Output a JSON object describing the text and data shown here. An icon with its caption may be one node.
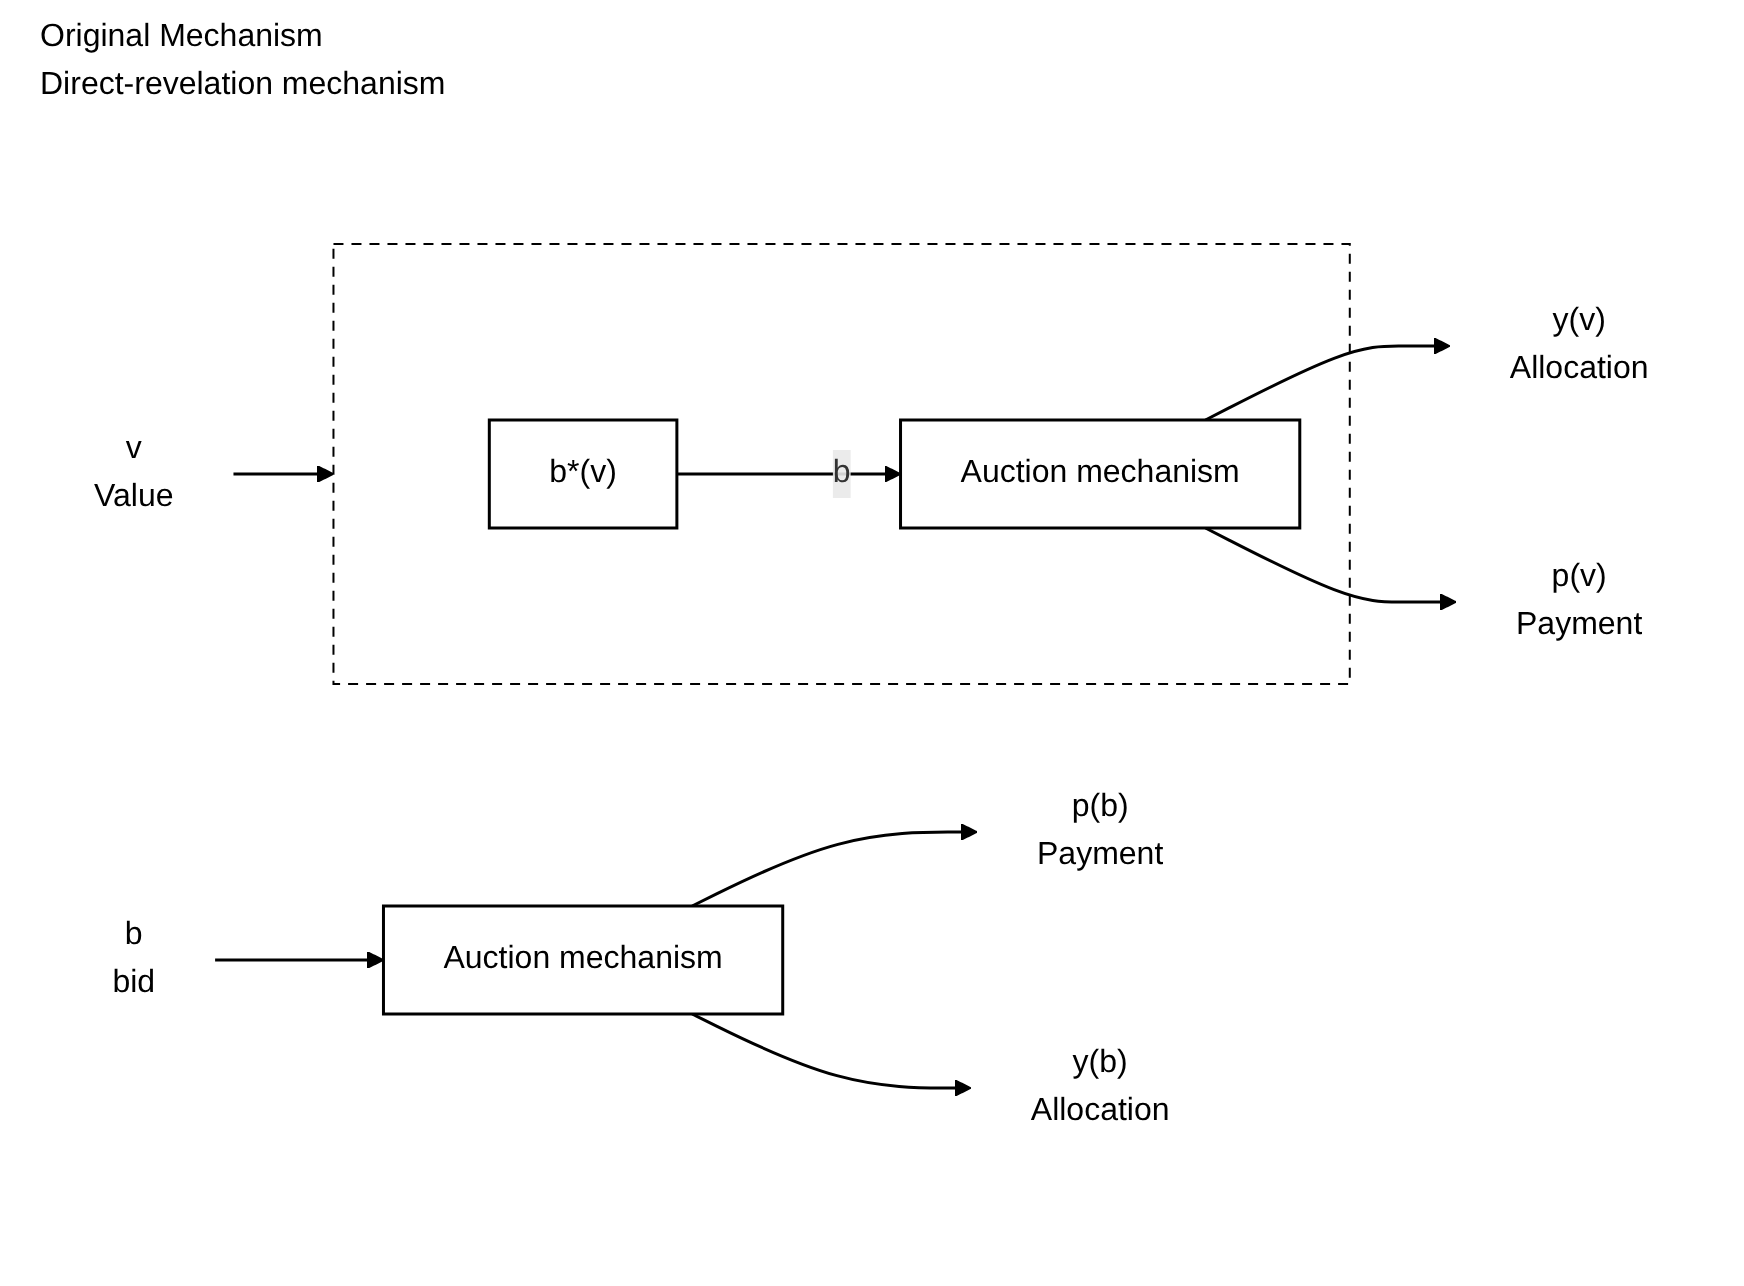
{
  "diagram": {
    "nodes": [
      {
        "text": [
          "b",
          "bid"
        ]
      },
      {
        "text": [
          "Auction mechanism"
        ]
      },
      {
        "text": [
          "y(b)",
          "Allocation"
        ]
      },
      {
        "text": [
          "p(b)",
          "Payment"
        ]
      },
      {
        "text": [
          "v",
          "Value"
        ]
      },
      {
        "text": [],
        "shape": "box"
      },
      {
        "text": [
          "b*(v)"
        ],
        "in": 5
      },
      {
        "text": [
          "Auction mechanism"
        ],
        "in": 5
      },
      {
        "text": [
          "y(v)",
          "Allocation"
        ]
      },
      {
        "text": [
          "p(v)",
          "Payment"
        ]
      }
    ],
    "edges": [
      {
        "from": 0,
        "to": 1,
        "arrow": "to"
      },
      {
        "from": 1,
        "to": 2,
        "arrow": "to"
      },
      {
        "from": 1,
        "to": 3,
        "arrow": "to"
      },
      {
        "from": 4,
        "to": 5,
        "arrow": "to"
      },
      {
        "from": 6,
        "to": 7,
        "label": "b",
        "arrow": "to"
      },
      {
        "from": 7,
        "to": 8,
        "arrow": "to"
      },
      {
        "from": 7,
        "to": 9,
        "arrow": "to"
      }
    ],
    "labels": [
      "Original Mechanism",
      "Direct-revelation mechanism"
    ]
  }
}
